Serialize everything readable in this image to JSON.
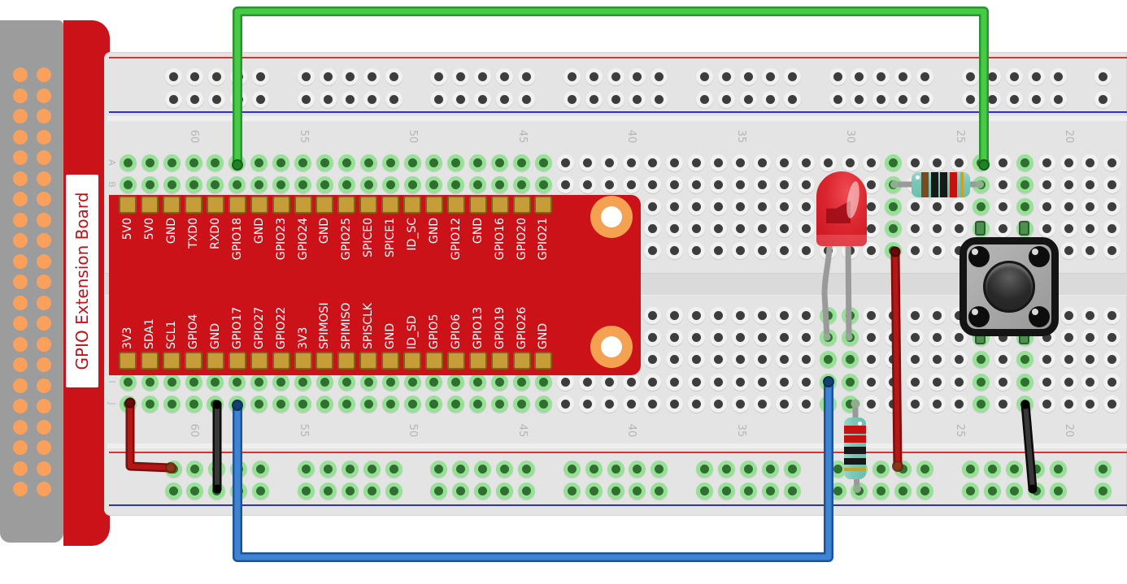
{
  "diagram": {
    "type": "breadboard-wiring-diagram"
  },
  "board": {
    "label": "GPIO Extension Board",
    "top_pins": [
      "5V0",
      "5V0",
      "GND",
      "TXD0",
      "RXD0",
      "GPIO18",
      "GND",
      "GPIO23",
      "GPIO24",
      "GND",
      "GPIO25",
      "SPICE0",
      "SPICE1",
      "ID_SC",
      "GND",
      "GPIO12",
      "GND",
      "GPIO16",
      "GPIO20",
      "GPIO21"
    ],
    "bottom_pins": [
      "3V3",
      "SDA1",
      "SCL1",
      "GPIO4",
      "GND",
      "GPIO17",
      "GPIO27",
      "GPIO22",
      "3V3",
      "SPIMOSI",
      "SPIMISO",
      "SPISCLK",
      "GND",
      "ID_SD",
      "GPIO5",
      "GPIO6",
      "GPIO13",
      "GPIO19",
      "GPIO26",
      "GND"
    ]
  },
  "breadboard": {
    "column_labels": [
      "60",
      "55",
      "50",
      "45",
      "40",
      "35",
      "30",
      "25",
      "20"
    ],
    "row_labels": [
      "A",
      "B",
      "I",
      "J"
    ]
  },
  "components": {
    "led": {
      "name": "red-led",
      "body_color": "#dc2730"
    },
    "resistor_horizontal": {
      "bands": [
        "brown",
        "black",
        "black",
        "red",
        "gold"
      ]
    },
    "resistor_vertical": {
      "bands": [
        "red",
        "red",
        "black",
        "black",
        "gold"
      ]
    },
    "button": {
      "name": "tactile-push-button"
    },
    "wires": [
      {
        "id": "green",
        "color": "#46cc44"
      },
      {
        "id": "blue",
        "color": "#3f84d4"
      },
      {
        "id": "red-right",
        "color": "#b51717"
      },
      {
        "id": "red-left",
        "color": "#b51717"
      },
      {
        "id": "black-left",
        "color": "#383838"
      },
      {
        "id": "black-right",
        "color": "#383838"
      }
    ]
  },
  "colors": {
    "board_red": "#cc1219",
    "connector_gray": "#9c9c9c",
    "connector_hole_orange": "#f9a05c",
    "breadboard_gray": "#e4e4e4",
    "rail_red_line": "#e03030",
    "rail_blue_line": "#3030d0",
    "pad_gold": "#c79d3a",
    "hole_green_ring": "#98e098",
    "label_gray": "#b6b6b6"
  },
  "band_palette": {
    "brown": "#7a4a21",
    "black": "#181818",
    "red": "#c41111",
    "gold": "#c9a227"
  }
}
